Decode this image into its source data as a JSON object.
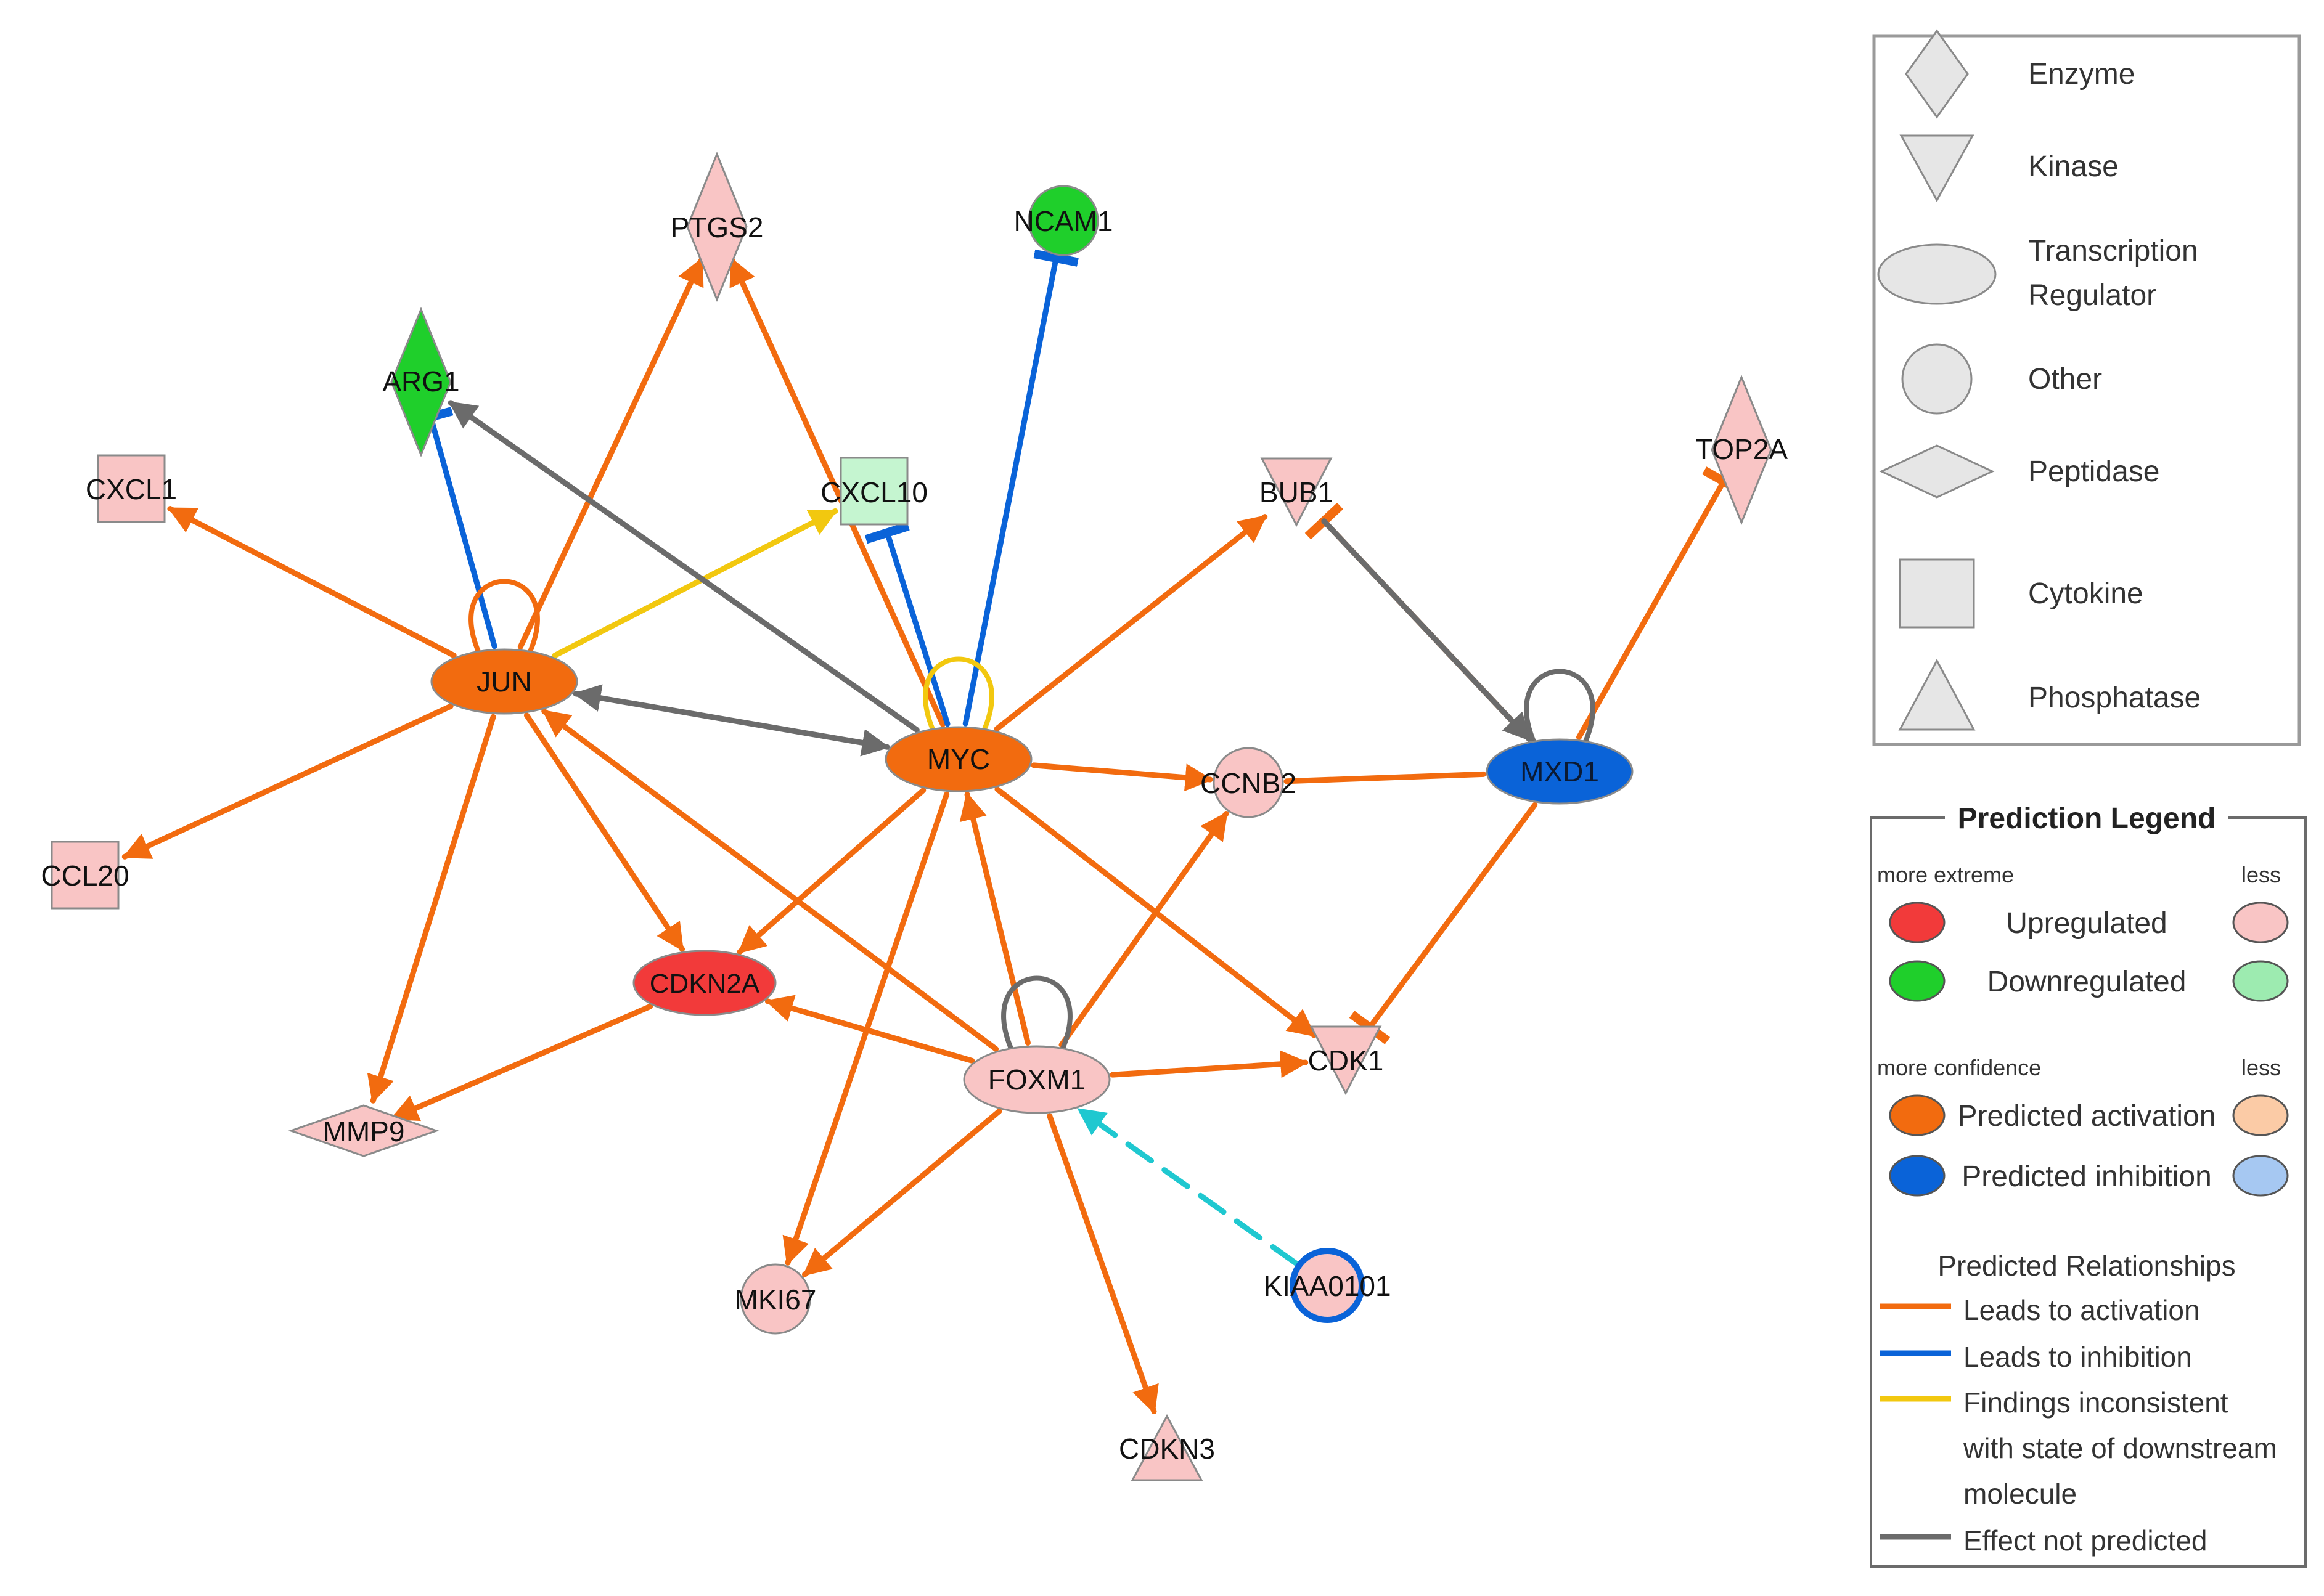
{
  "nodes": [
    {
      "id": "JUN",
      "label": "JUN",
      "shape": "ellipse",
      "fill": "#F26B0F"
    },
    {
      "id": "MYC",
      "label": "MYC",
      "shape": "ellipse",
      "fill": "#F26B0F"
    },
    {
      "id": "MXD1",
      "label": "MXD1",
      "shape": "ellipse",
      "fill": "#0A63D8"
    },
    {
      "id": "CDKN2A",
      "label": "CDKN2A",
      "shape": "ellipse",
      "fill": "#F23A3A"
    },
    {
      "id": "FOXM1",
      "label": "FOXM1",
      "shape": "ellipse",
      "fill": "#F9C5C5"
    },
    {
      "id": "PTGS2",
      "label": "PTGS2",
      "shape": "diamond",
      "fill": "#F9C5C5"
    },
    {
      "id": "NCAM1",
      "label": "NCAM1",
      "shape": "circle",
      "fill": "#1FCF2B"
    },
    {
      "id": "ARG1",
      "label": "ARG1",
      "shape": "diamond",
      "fill": "#1FCF2B"
    },
    {
      "id": "CXCL1",
      "label": "CXCL1",
      "shape": "square",
      "fill": "#F9C5C5"
    },
    {
      "id": "CXCL10",
      "label": "CXCL10",
      "shape": "square",
      "fill": "#C5F5D0"
    },
    {
      "id": "BUB1",
      "label": "BUB1",
      "shape": "kinase",
      "fill": "#F9C5C5"
    },
    {
      "id": "TOP2A",
      "label": "TOP2A",
      "shape": "diamond",
      "fill": "#F9C5C5"
    },
    {
      "id": "CCNB2",
      "label": "CCNB2",
      "shape": "circle",
      "fill": "#F9C5C5"
    },
    {
      "id": "CCL20",
      "label": "CCL20",
      "shape": "square",
      "fill": "#F9C5C5"
    },
    {
      "id": "CDK1",
      "label": "CDK1",
      "shape": "kinase",
      "fill": "#F9C5C5"
    },
    {
      "id": "MMP9",
      "label": "MMP9",
      "shape": "peptidase",
      "fill": "#F9C5C5"
    },
    {
      "id": "MKI67",
      "label": "MKI67",
      "shape": "circle",
      "fill": "#F9C5C5"
    },
    {
      "id": "KIAA0101",
      "label": "KIAA0101",
      "shape": "circle",
      "fill": "#F9C5C5",
      "stroke": "#0A63D8"
    },
    {
      "id": "CDKN3",
      "label": "CDKN3",
      "shape": "phosphatase",
      "fill": "#F9C5C5"
    }
  ],
  "edges": [
    {
      "from": "JUN",
      "to": "PTGS2",
      "type": "activation"
    },
    {
      "from": "JUN",
      "to": "CXCL1",
      "type": "activation"
    },
    {
      "from": "JUN",
      "to": "CCL20",
      "type": "activation"
    },
    {
      "from": "JUN",
      "to": "CDKN2A",
      "type": "activation"
    },
    {
      "from": "JUN",
      "to": "MMP9",
      "type": "activation"
    },
    {
      "from": "JUN",
      "to": "ARG1",
      "type": "inhibition"
    },
    {
      "from": "JUN",
      "to": "CXCL10",
      "type": "inconsistent"
    },
    {
      "from": "JUN",
      "to": "MYC",
      "type": "not_predicted",
      "bidirectional": true
    },
    {
      "from": "MYC",
      "to": "ARG1",
      "type": "not_predicted"
    },
    {
      "from": "MYC",
      "to": "PTGS2",
      "type": "activation"
    },
    {
      "from": "MYC",
      "to": "NCAM1",
      "type": "inhibition"
    },
    {
      "from": "MYC",
      "to": "CXCL10",
      "type": "inhibition"
    },
    {
      "from": "MYC",
      "to": "BUB1",
      "type": "activation"
    },
    {
      "from": "MYC",
      "to": "CCNB2",
      "type": "activation"
    },
    {
      "from": "MYC",
      "to": "CDK1",
      "type": "activation"
    },
    {
      "from": "MYC",
      "to": "MKI67",
      "type": "activation"
    },
    {
      "from": "MYC",
      "to": "CDKN2A",
      "type": "activation"
    },
    {
      "from": "CDKN2A",
      "to": "MMP9",
      "type": "activation"
    },
    {
      "from": "FOXM1",
      "to": "JUN",
      "type": "activation"
    },
    {
      "from": "FOXM1",
      "to": "MYC",
      "type": "activation"
    },
    {
      "from": "FOXM1",
      "to": "CDKN2A",
      "type": "activation"
    },
    {
      "from": "FOXM1",
      "to": "CCNB2",
      "type": "activation"
    },
    {
      "from": "FOXM1",
      "to": "CDK1",
      "type": "activation"
    },
    {
      "from": "FOXM1",
      "to": "MKI67",
      "type": "activation"
    },
    {
      "from": "FOXM1",
      "to": "CDKN3",
      "type": "activation"
    },
    {
      "from": "KIAA0101",
      "to": "FOXM1",
      "type": "predicted_dashed"
    },
    {
      "from": "MXD1",
      "to": "CCNB2",
      "type": "activation_line"
    },
    {
      "from": "MXD1",
      "to": "BUB1",
      "type": "activation_tee"
    },
    {
      "from": "MXD1",
      "to": "TOP2A",
      "type": "activation_tee"
    },
    {
      "from": "MXD1",
      "to": "CDK1",
      "type": "activation_tee"
    },
    {
      "from": "BUB1",
      "to": "MXD1",
      "type": "not_predicted"
    },
    {
      "from": "JUN",
      "to": "JUN",
      "type": "self_activation"
    },
    {
      "from": "MYC",
      "to": "MYC",
      "type": "self_inconsistent"
    },
    {
      "from": "MXD1",
      "to": "MXD1",
      "type": "self_not_predicted"
    },
    {
      "from": "FOXM1",
      "to": "FOXM1",
      "type": "self_not_predicted"
    }
  ],
  "shape_legend": {
    "items": [
      {
        "shape": "diamond",
        "label": "Enzyme"
      },
      {
        "shape": "kinase",
        "label": "Kinase"
      },
      {
        "shape": "ellipse",
        "label_lines": [
          "Transcription",
          "Regulator"
        ]
      },
      {
        "shape": "circle",
        "label": "Other"
      },
      {
        "shape": "peptidase",
        "label": "Peptidase"
      },
      {
        "shape": "square",
        "label": "Cytokine"
      },
      {
        "shape": "phosphatase",
        "label": "Phosphatase"
      }
    ]
  },
  "prediction_legend": {
    "title": "Prediction Legend",
    "more_extreme": "more extreme",
    "less_1": "less",
    "upregulated": "Upregulated",
    "downregulated": "Downregulated",
    "more_confidence": "more confidence",
    "less_2": "less",
    "predicted_activation": "Predicted activation",
    "predicted_inhibition": "Predicted inhibition",
    "relationships_title": "Predicted Relationships",
    "leads_to_activation": "Leads to activation",
    "leads_to_inhibition": "Leads to inhibition",
    "findings_lines": [
      "Findings inconsistent",
      "with state of downstream",
      "molecule"
    ],
    "effect_not_predicted": "Effect not predicted",
    "colors": {
      "up_extreme": "#F23A3A",
      "up_less": "#F9C5C5",
      "down_extreme": "#1FCF2B",
      "down_less": "#9DEBB0",
      "act_more": "#F26B0F",
      "act_less": "#FBCBA6",
      "inh_more": "#0A63D8",
      "inh_less": "#A6C8F2",
      "line_activation": "#F26B0F",
      "line_inhibition": "#0A63D8",
      "line_inconsistent": "#F2C80F",
      "line_not_predicted": "#6B6B6B",
      "line_dashed": "#1FC8D0"
    }
  }
}
